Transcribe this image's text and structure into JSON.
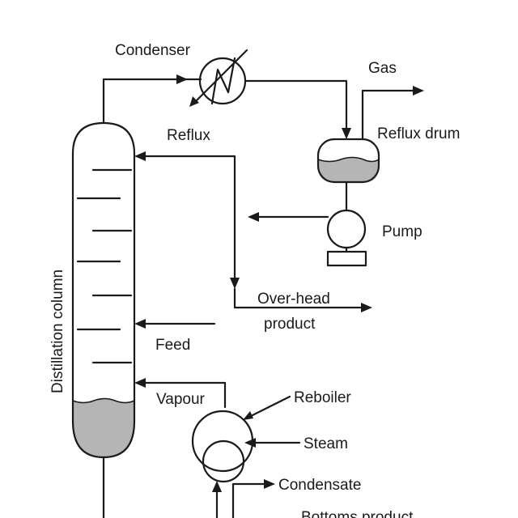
{
  "labels": {
    "condenser": "Condenser",
    "gas": "Gas",
    "reflux": "Reflux",
    "reflux_drum": "Reflux drum",
    "pump": "Pump",
    "overhead_line1": "Over-head",
    "overhead_line2": "product",
    "feed": "Feed",
    "distillation_column": "Distillation column",
    "vapour": "Vapour",
    "reboiler": "Reboiler",
    "steam": "Steam",
    "condensate": "Condensate",
    "bottoms_product": "Bottoms product"
  },
  "colors": {
    "line": "#1a1a1a",
    "liquid": "#b5b5b5",
    "background": "#ffffff"
  }
}
